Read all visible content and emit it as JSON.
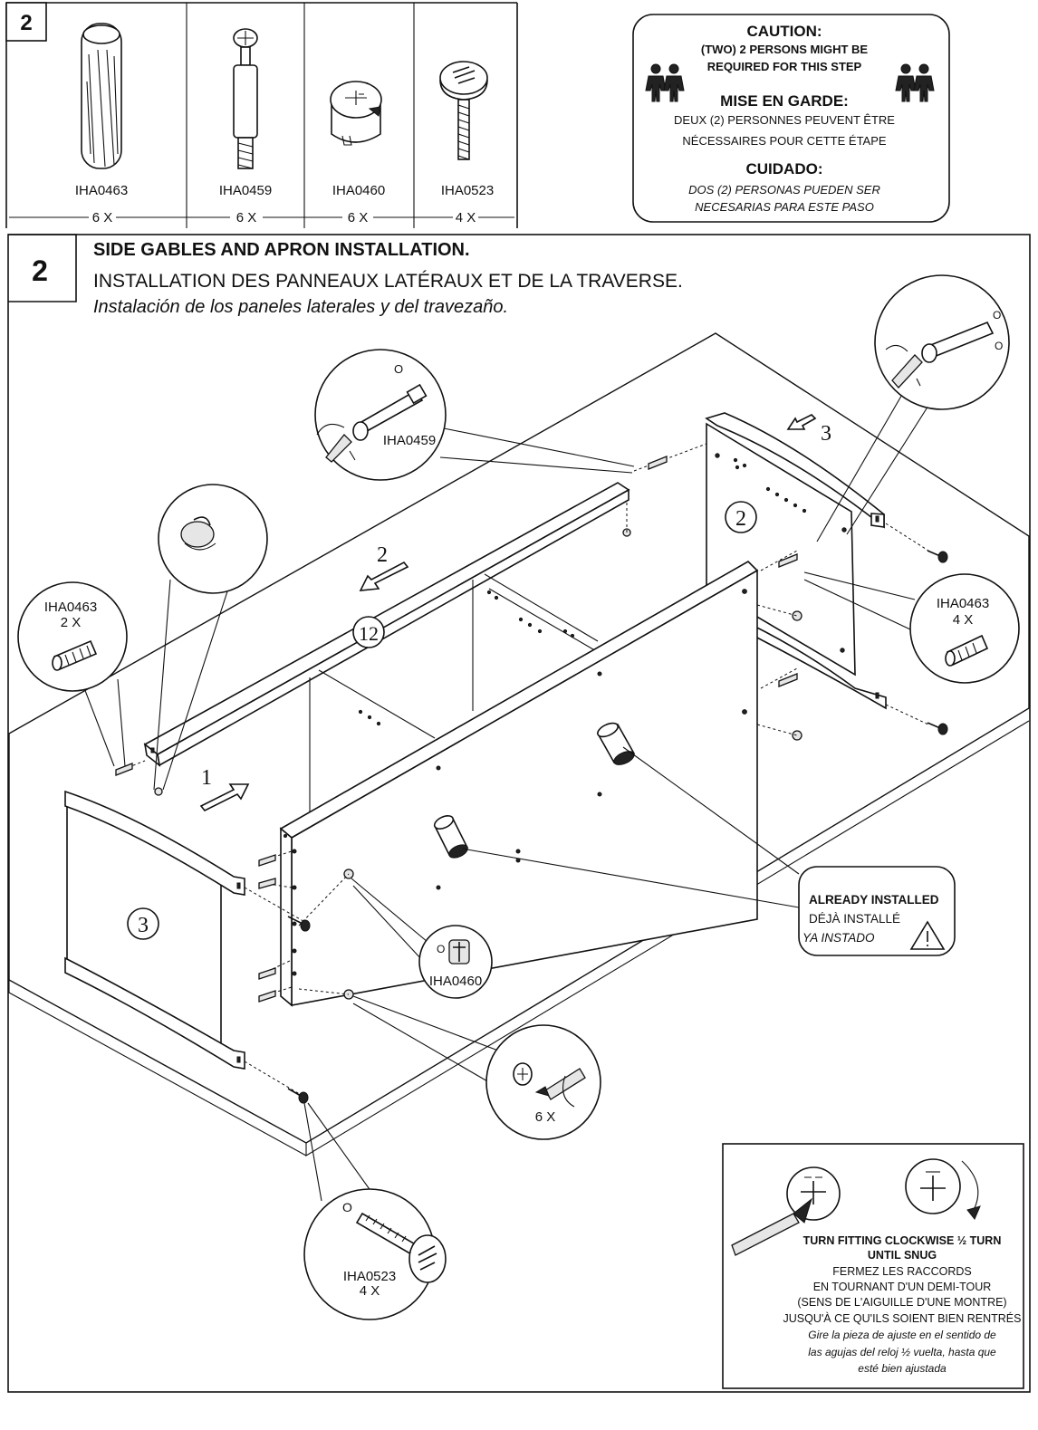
{
  "hardware_panel": {
    "step_number": "2",
    "parts": [
      {
        "code": "IHA0463",
        "qty": "6 X",
        "icon": "wood-dowel-icon"
      },
      {
        "code": "IHA0459",
        "qty": "6 X",
        "icon": "cam-bolt-icon"
      },
      {
        "code": "IHA0460",
        "qty": "6 X",
        "icon": "cam-lock-icon"
      },
      {
        "code": "IHA0523",
        "qty": "4 X",
        "icon": "leveling-glide-icon"
      }
    ]
  },
  "caution": {
    "en_title": "CAUTION:",
    "en_line1": "(TWO) 2 PERSONS MIGHT BE",
    "en_line2": "REQUIRED FOR THIS STEP",
    "fr_title": "MISE EN GARDE:",
    "fr_line1": "DEUX (2) PERSONNES PEUVENT  ÊTRE",
    "fr_line2": "NÉCESSAIRES POUR CETTE ÉTAPE",
    "es_title": "CUIDADO:",
    "es_line1": "DOS (2) PERSONAS PUEDEN SER",
    "es_line2": "NECESARIAS PARA ESTE PASO"
  },
  "step": {
    "number": "2",
    "title_en": "SIDE GABLES AND APRON  INSTALLATION.",
    "title_fr": "INSTALLATION DES PANNEAUX LATÉRAUX ET DE LA TRAVERSE.",
    "title_es": "Instalación de los paneles laterales y del travezaño."
  },
  "callouts": {
    "cam_bolt_label": "IHA0459",
    "dowel_left": {
      "code": "IHA0463",
      "qty": "2 X"
    },
    "dowel_right": {
      "code": "IHA0463",
      "qty": "4 X"
    },
    "cam_lock_label": "IHA0460",
    "screwdriver_qty": "6 X",
    "glide": {
      "code": "IHA0523",
      "qty": "4 X"
    }
  },
  "panel_labels": {
    "left_gable": "3",
    "right_gable": "2",
    "apron": "12",
    "arrow_1": "1",
    "arrow_2": "2",
    "arrow_3": "3"
  },
  "already_installed": {
    "en": "ALREADY INSTALLED",
    "fr": "DÉJÀ INSTALLÉ",
    "es": "YA INSTADO",
    "icon": "warning-triangle-icon"
  },
  "turn_box": {
    "en_line1": "TURN FITTING CLOCKWISE ½ TURN",
    "en_line2": "UNTIL SNUG",
    "fr_line1": "FERMEZ LES RACCORDS",
    "fr_line2": "EN TOURNANT D'UN DEMI-TOUR",
    "fr_line3": "(SENS DE L'AIGUILLE D'UNE MONTRE)",
    "fr_line4": "JUSQU'À CE QU'ILS SOIENT BIEN RENTRÉS",
    "es_line1": "Gire la pieza de ajuste en el sentido de",
    "es_line2": "las agujas del reloj ½ vuelta, hasta que",
    "es_line3": "esté bien ajustada"
  }
}
